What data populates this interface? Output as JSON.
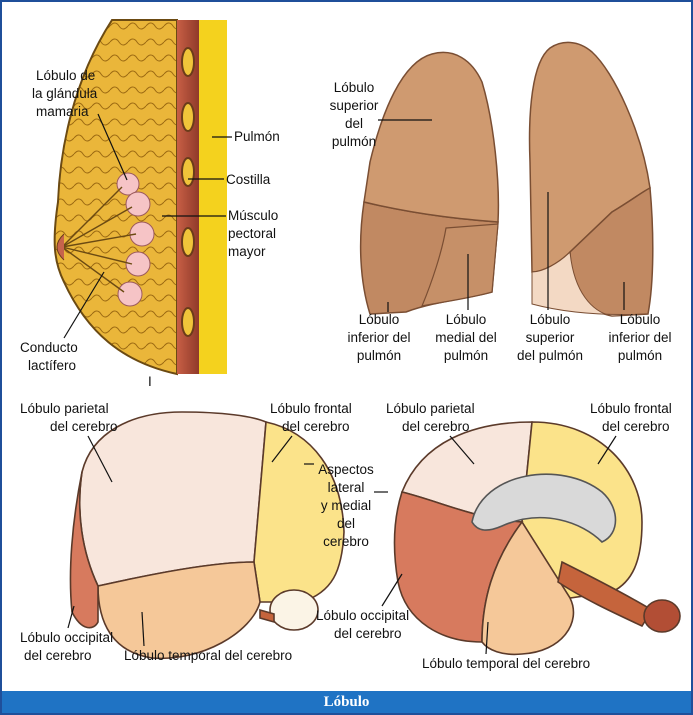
{
  "caption": "Lóbulo",
  "colors": {
    "frame": "#1f4f9a",
    "caption_bar": "#1f73c4",
    "fat": "#e9b83c",
    "muscle": "#b5503a",
    "lung": "#c8926a",
    "brain_parietal": "#f8e6dc",
    "brain_frontal": "#fbe38a",
    "brain_temporal": "#f5c899",
    "brain_occipital": "#d77a5e"
  },
  "breast": {
    "lobule": [
      "Lóbulo de",
      "la glándula",
      "mamaria"
    ],
    "lung": "Pulmón",
    "rib": "Costilla",
    "muscle": [
      "Músculo",
      "pectoral",
      "mayor"
    ],
    "duct": [
      "Conducto",
      "lactífero"
    ],
    "marker": "I"
  },
  "lungs": {
    "upper_left": [
      "Lóbulo",
      "superior",
      "del",
      "pulmón"
    ],
    "lower_left": [
      "Lóbulo",
      "inferior del",
      "pulmón"
    ],
    "medial": [
      "Lóbulo",
      "medial del",
      "pulmón"
    ],
    "upper_right": [
      "Lóbulo",
      "superior",
      "del pulmón"
    ],
    "lower_right": [
      "Lóbulo",
      "inferior del",
      "pulmón"
    ]
  },
  "brain": {
    "parietal_l": [
      "Lóbulo parietal",
      "del cerebro"
    ],
    "frontal_l": [
      "Lóbulo frontal",
      "del cerebro"
    ],
    "aspects": [
      "Aspectos",
      "lateral",
      "y medial",
      "del",
      "cerebro"
    ],
    "parietal_r": [
      "Lóbulo parietal",
      "del cerebro"
    ],
    "frontal_r": [
      "Lóbulo frontal",
      "del cerebro"
    ],
    "occipital_l": [
      "Lóbulo occipital",
      "del cerebro"
    ],
    "temporal_l": "Lóbulo temporal del cerebro",
    "occipital_r": [
      "Lóbulo occipital",
      "del cerebro"
    ],
    "temporal_r": "Lóbulo temporal del cerebro"
  }
}
